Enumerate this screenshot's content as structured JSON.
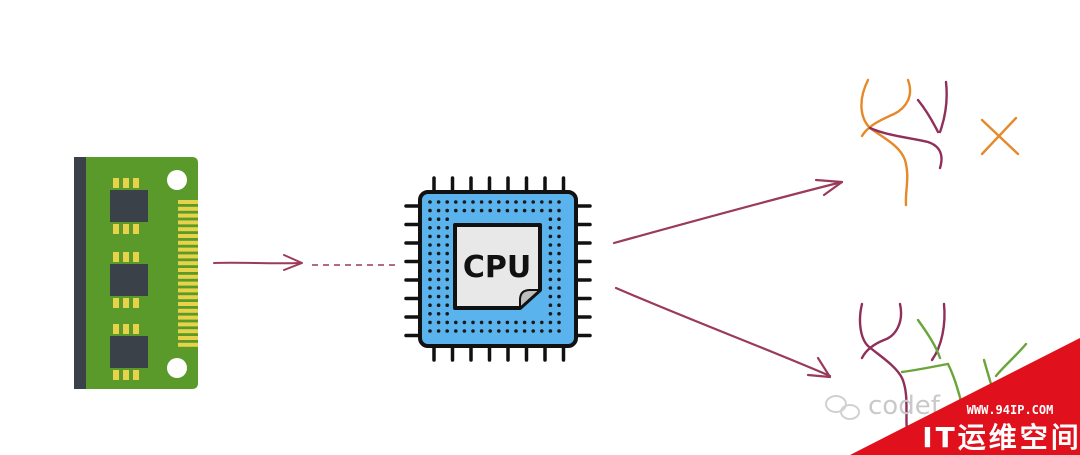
{
  "diagram": {
    "cpu_label": "CPU",
    "colors": {
      "memory_board": "#5a9a2a",
      "memory_chip": "#3b4148",
      "memory_pins": "#e7d24a",
      "cpu_body": "#5bb3ee",
      "arrow": "#9a3a5c",
      "branch_orange": "#e5892a",
      "branch_purple": "#8f2f5a",
      "branch_green": "#6aa53a",
      "watermark_red": "#e0101c"
    }
  },
  "watermarks": {
    "wechat_text": "codef",
    "site_url": "WWW.94IP.COM",
    "site_brand": "IT运维空间"
  }
}
